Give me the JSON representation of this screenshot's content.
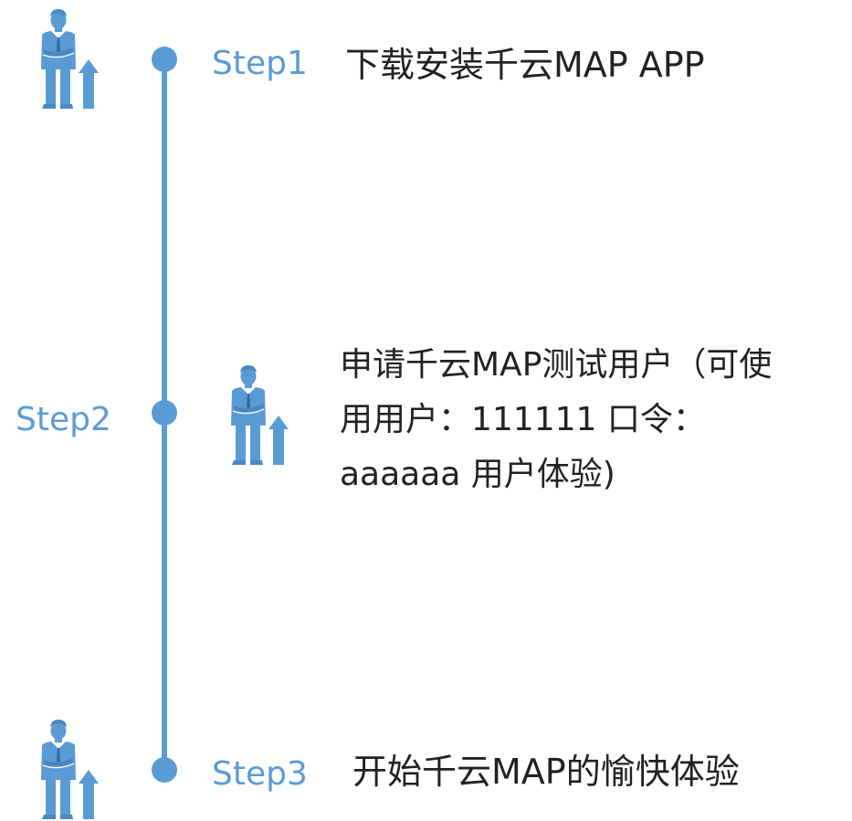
{
  "colors": {
    "accent": "#5b9bd5",
    "text": "#222222"
  },
  "steps": [
    {
      "label": "Step1",
      "text": "下载安装千云MAP APP",
      "icon": "businessman-arrow-up-icon"
    },
    {
      "label": "Step2",
      "text_lines": [
        "申请千云MAP测试用户（可使",
        "用用户：111111 口令：",
        "aaaaaa 用户体验)"
      ],
      "icon": "businessman-arrow-up-icon"
    },
    {
      "label": "Step3",
      "text": "开始千云MAP的愉快体验",
      "icon": "businessman-arrow-up-icon"
    }
  ]
}
